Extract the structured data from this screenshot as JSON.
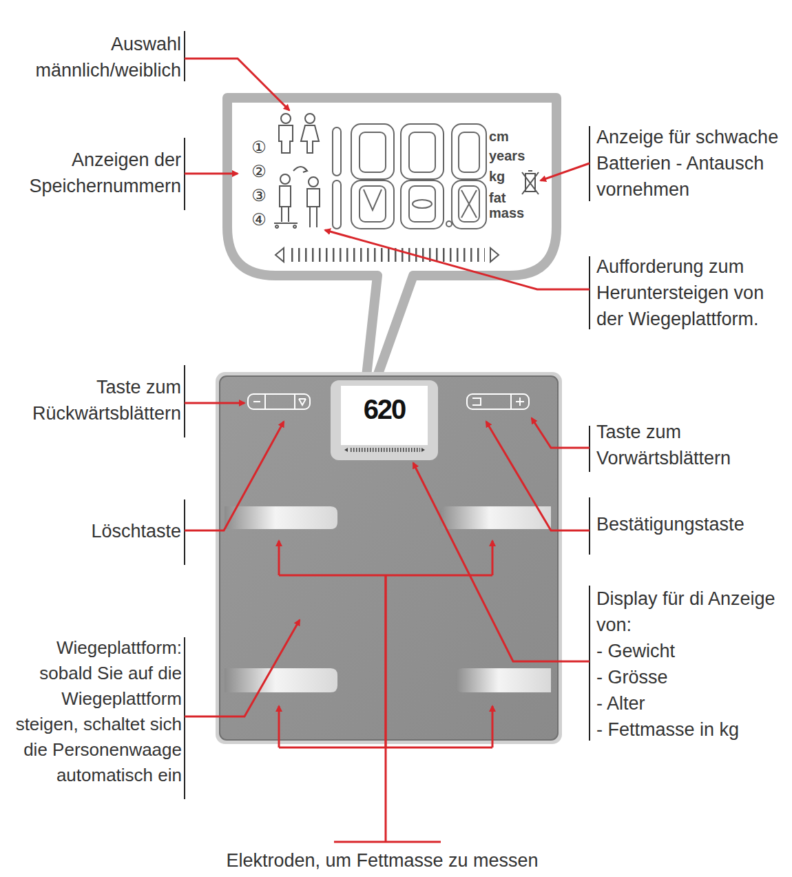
{
  "diagram": {
    "labels": [
      "Auswahl männlich/weiblich",
      "Anzeigen der Speichernummern",
      "Anzeige für schwache Batterien - Antausch vornehmen",
      "Aufforderung zum Heruntersteigen von der Wiegeplattform.",
      "Taste zum Rückwärtsblättern",
      "Taste zum Vorwärtsblättern",
      "Löschtaste",
      "Bestätigungstaste",
      "Wiegeplattform: sobald Sie auf die Wiegeplattform steigen, schaltet sich die Personenwaage automatisch ein",
      "Display für di Anzeige von:",
      "- Gewicht",
      "- Grösse",
      "- Alter",
      "- Fettmasse in kg",
      "Elektroden, um Fettmasse zu messen",
      "①",
      "②",
      "③",
      "④",
      "cm",
      "years",
      "kg",
      "fat mass",
      "620"
    ]
  }
}
